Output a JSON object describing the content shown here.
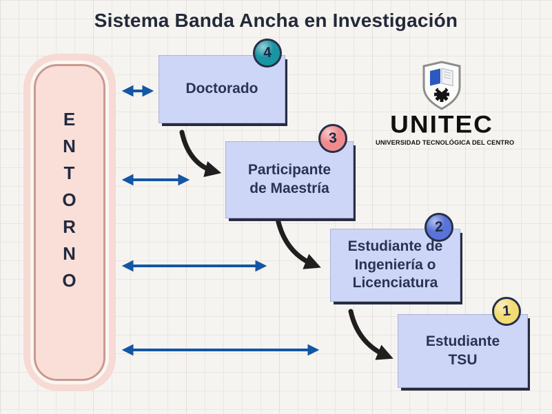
{
  "title": "Sistema Banda Ancha en Investigación",
  "entorno": {
    "label": "ENTORNO",
    "letters": [
      "E",
      "N",
      "T",
      "O",
      "R",
      "N",
      "O"
    ]
  },
  "nodes": [
    {
      "badge": "4",
      "badge_color": "#1a95a4",
      "label": "Doctorado",
      "lines": [
        "Doctorado"
      ]
    },
    {
      "badge": "3",
      "badge_color": "#f18a8d",
      "label": "Participante de Maestría",
      "lines": [
        "Participante",
        "de Maestría"
      ]
    },
    {
      "badge": "2",
      "badge_color": "#5a73d8",
      "label": "Estudiante de Ingeniería o Licenciatura",
      "lines": [
        "Estudiante de",
        "Ingeniería o",
        "Licenciatura"
      ]
    },
    {
      "badge": "1",
      "badge_color": "#f4dc74",
      "label": "Estudiante TSU",
      "lines": [
        "Estudiante",
        "TSU"
      ]
    }
  ],
  "connections": [
    {
      "from": "Entorno",
      "to": "Doctorado",
      "type": "bidirectional"
    },
    {
      "from": "Entorno",
      "to": "Participante de Maestría",
      "type": "bidirectional"
    },
    {
      "from": "Entorno",
      "to": "Estudiante de Ingeniería o Licenciatura",
      "type": "bidirectional"
    },
    {
      "from": "Entorno",
      "to": "Estudiante TSU",
      "type": "bidirectional"
    },
    {
      "from": "Doctorado",
      "to": "Participante de Maestría",
      "type": "flow"
    },
    {
      "from": "Participante de Maestría",
      "to": "Estudiante de Ingeniería o Licenciatura",
      "type": "flow"
    },
    {
      "from": "Estudiante de Ingeniería o Licenciatura",
      "to": "Estudiante TSU",
      "type": "flow"
    }
  ],
  "logo": {
    "name": "UNITEC",
    "tagline": "UNIVERSIDAD TECNOLÓGICA DEL CENTRO"
  },
  "colors": {
    "background": "#f5f4f1",
    "node_fill": "#cdd6f6",
    "node_shadow": "#272c42",
    "entorno_fill": "#fadfd9",
    "entorno_border": "#ca998f",
    "arrow_blue": "#1356a4",
    "arrow_black": "#1f1f1f",
    "title_text": "#232938"
  }
}
